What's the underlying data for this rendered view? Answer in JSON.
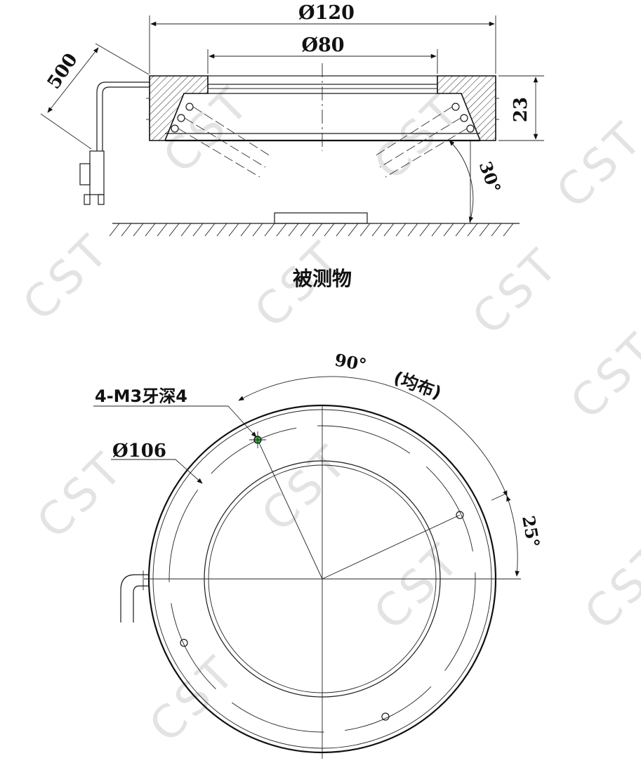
{
  "watermark": "CST",
  "side_view": {
    "outer_diameter": "Ø120",
    "inner_diameter": "Ø80",
    "height": "23",
    "cable_length": "500",
    "angle": "30°",
    "object_label": "被测物"
  },
  "top_view": {
    "screw_spec": "4-M3牙深4",
    "pcd": "Ø106",
    "spacing_angle": "90°",
    "spacing_note": "(均布)",
    "offset_angle": "25°"
  },
  "colors": {
    "line": "#1a1a1a",
    "hole_highlight": "#3cb043",
    "watermark": "#e3e3e3"
  }
}
